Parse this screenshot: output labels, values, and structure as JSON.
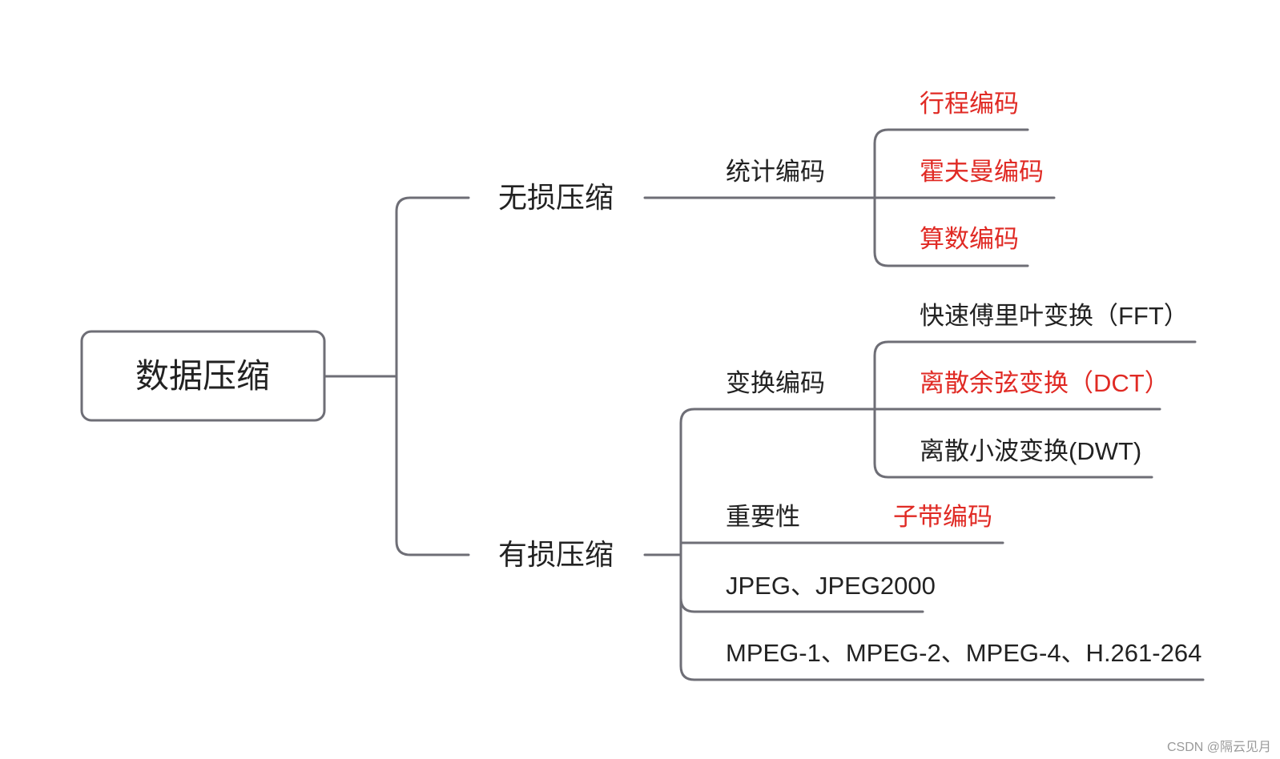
{
  "colors": {
    "line": "#6e6e76",
    "text": "#222222",
    "highlight": "#e02a24",
    "watermark": "#9a9a9a"
  },
  "root": {
    "label": "数据压缩"
  },
  "lossless": {
    "label": "无损压缩",
    "statistical": {
      "label": "统计编码",
      "items": [
        "行程编码",
        "霍夫曼编码",
        "算数编码"
      ]
    }
  },
  "lossy": {
    "label": "有损压缩",
    "transform": {
      "label": "变换编码",
      "items": [
        "快速傅里叶变换（FFT）",
        "离散余弦变换（DCT）",
        "离散小波变换(DWT)"
      ]
    },
    "importance": {
      "label": "重要性",
      "child": "子带编码"
    },
    "jpeg": {
      "label": "JPEG、JPEG2000"
    },
    "mpeg": {
      "label": "MPEG-1、MPEG-2、MPEG-4、H.261-264"
    }
  },
  "watermark": "CSDN @隔云见月"
}
